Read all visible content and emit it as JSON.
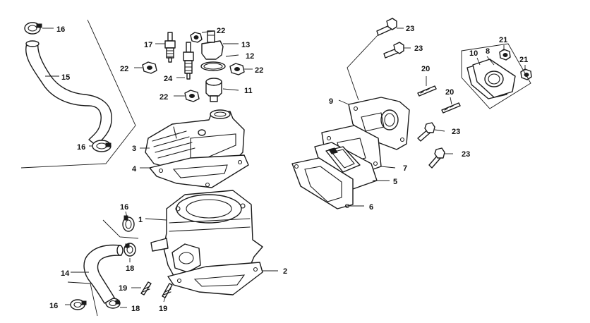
{
  "callouts": {
    "c1": "1",
    "c2": "2",
    "c3": "3",
    "c4": "4",
    "c5": "5",
    "c6": "6",
    "c7": "7",
    "c8": "8",
    "c9": "9",
    "c10": "10",
    "c11": "11",
    "c12": "12",
    "c13": "13",
    "c14": "14",
    "c15": "15",
    "c16a": "16",
    "c16b": "16",
    "c16c": "16",
    "c16d": "16",
    "c17": "17",
    "c18a": "18",
    "c18b": "18",
    "c19a": "19",
    "c19b": "19",
    "c20a": "20",
    "c20b": "20",
    "c21a": "21",
    "c21b": "21",
    "c22a": "22",
    "c22b": "22",
    "c22c": "22",
    "c22d": "22",
    "c23a": "23",
    "c23b": "23",
    "c23c": "23",
    "c23d": "23",
    "c24": "24"
  }
}
